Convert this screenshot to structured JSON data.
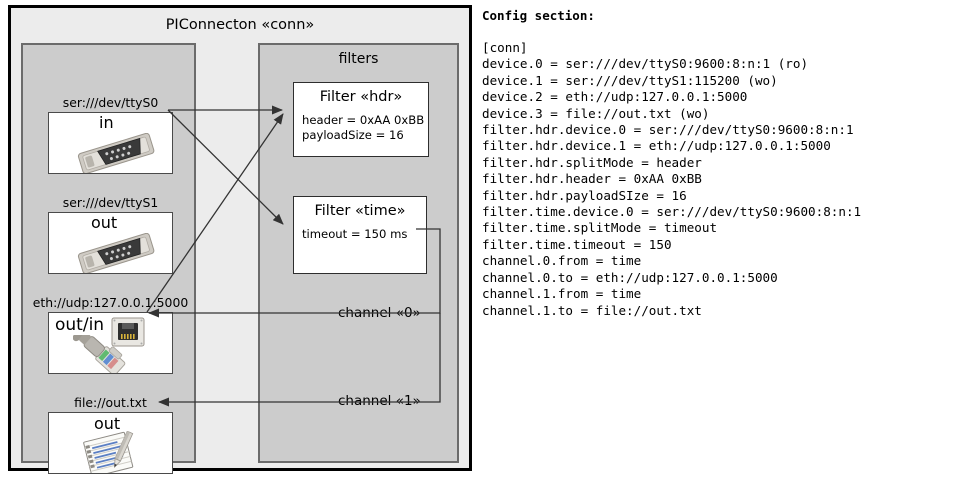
{
  "diagram": {
    "title": "PIConnecton «conn»",
    "panels": {
      "devices_title": "",
      "filters_title": "filters"
    },
    "devices": [
      {
        "id": "ttyS0",
        "label": "ser:///dev/ttyS0",
        "direction": "in",
        "icon": "serial-port-icon"
      },
      {
        "id": "ttyS1",
        "label": "ser:///dev/ttyS1",
        "direction": "out",
        "icon": "serial-port-icon"
      },
      {
        "id": "eth",
        "label": "eth://udp:127.0.0.1:5000",
        "direction": "out/in",
        "icon": "ethernet-jack-icon"
      },
      {
        "id": "file",
        "label": "file://out.txt",
        "direction": "out",
        "icon": "text-document-icon"
      }
    ],
    "filters": [
      {
        "id": "hdr",
        "title": "Filter «hdr»",
        "props": "header = 0xAA 0xBB\npayloadSize = 16"
      },
      {
        "id": "time",
        "title": "Filter «time»",
        "props": "timeout = 150 ms"
      }
    ],
    "channels": [
      {
        "id": "0",
        "label": "channel «0»"
      },
      {
        "id": "1",
        "label": "channel «1»"
      }
    ]
  },
  "config": {
    "heading": "Config section:",
    "body": "[conn]\ndevice.0 = ser:///dev/ttyS0:9600:8:n:1 (ro)\ndevice.1 = ser:///dev/ttyS1:115200 (wo)\ndevice.2 = eth://udp:127.0.0.1:5000\ndevice.3 = file://out.txt (wo)\nfilter.hdr.device.0 = ser:///dev/ttyS0:9600:8:n:1\nfilter.hdr.device.1 = eth://udp:127.0.0.1:5000\nfilter.hdr.splitMode = header\nfilter.hdr.header = 0xAA 0xBB\nfilter.hdr.payloadSIze = 16\nfilter.time.device.0 = ser:///dev/ttyS0:9600:8:n:1\nfilter.time.splitMode = timeout\nfilter.time.timeout = 150\nchannel.0.from = time\nchannel.0.to = eth://udp:127.0.0.1:5000\nchannel.1.from = time\nchannel.1.to = file://out.txt"
  },
  "colors": {
    "diagram_background": "#ececec",
    "panel_background": "#cccccc",
    "panel_border": "#6b6b6b",
    "box_background": "#ffffff",
    "frame_border": "#000000",
    "wire": "#333333"
  }
}
